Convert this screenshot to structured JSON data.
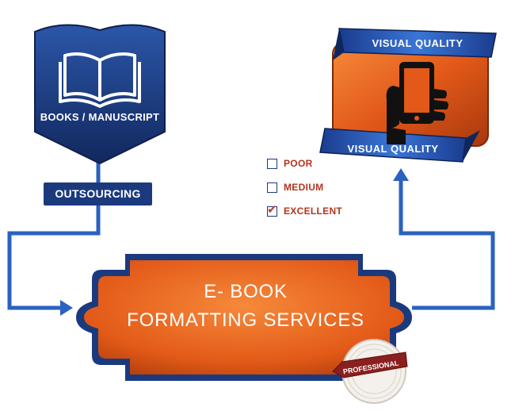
{
  "source": {
    "label": "BOOKS / MANUSCRIPT",
    "icon": "open-book-icon"
  },
  "process": {
    "label": "OUTSOURCING"
  },
  "service": {
    "line1": "E- BOOK",
    "line2": "FORMATTING SERVICES",
    "seal": "PROFESSIONAL"
  },
  "quality_options": [
    {
      "label": "POOR",
      "checked": false
    },
    {
      "label": "MEDIUM",
      "checked": false
    },
    {
      "label": "EXCELLENT",
      "checked": true
    }
  ],
  "result": {
    "banner_top": "VISUAL QUALITY",
    "banner_bottom": "VISUAL QUALITY",
    "icon": "hand-holding-tablet-icon"
  },
  "colors": {
    "navy": "#1b3a7e",
    "blue_line": "#2a62c0",
    "orange": "#e86a1e",
    "dark_orange": "#b84410",
    "seal_red": "#8b1f1f",
    "check_red": "#c0392b"
  }
}
